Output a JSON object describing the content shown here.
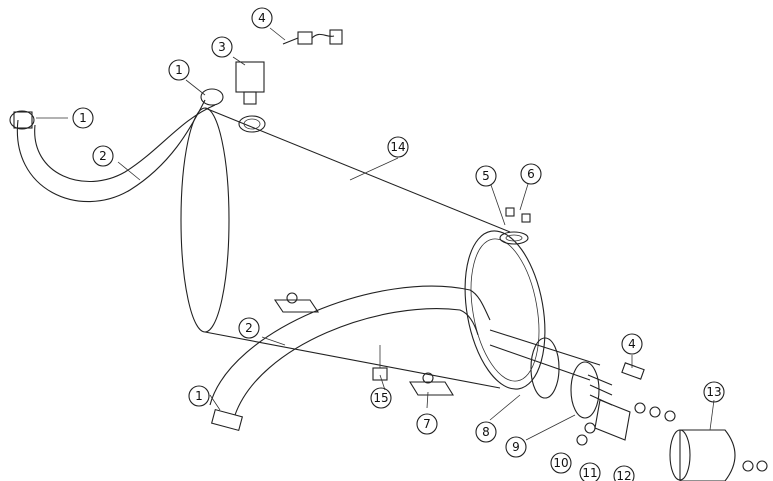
{
  "callouts": [
    {
      "key": "c1a",
      "label": "1"
    },
    {
      "key": "c1b",
      "label": "1"
    },
    {
      "key": "c1c",
      "label": "1"
    },
    {
      "key": "c2a",
      "label": "2"
    },
    {
      "key": "c2b",
      "label": "2"
    },
    {
      "key": "c3",
      "label": "3"
    },
    {
      "key": "c4a",
      "label": "4"
    },
    {
      "key": "c4b",
      "label": "4"
    },
    {
      "key": "c5",
      "label": "5"
    },
    {
      "key": "c6",
      "label": "6"
    },
    {
      "key": "c7",
      "label": "7"
    },
    {
      "key": "c8",
      "label": "8"
    },
    {
      "key": "c9",
      "label": "9"
    },
    {
      "key": "c10",
      "label": "10"
    },
    {
      "key": "c11",
      "label": "11"
    },
    {
      "key": "c12",
      "label": "12"
    },
    {
      "key": "c13",
      "label": "13"
    },
    {
      "key": "c14",
      "label": "14"
    },
    {
      "key": "c15",
      "label": "15"
    }
  ],
  "colors": {
    "line": "#222222",
    "background": "#ffffff"
  }
}
